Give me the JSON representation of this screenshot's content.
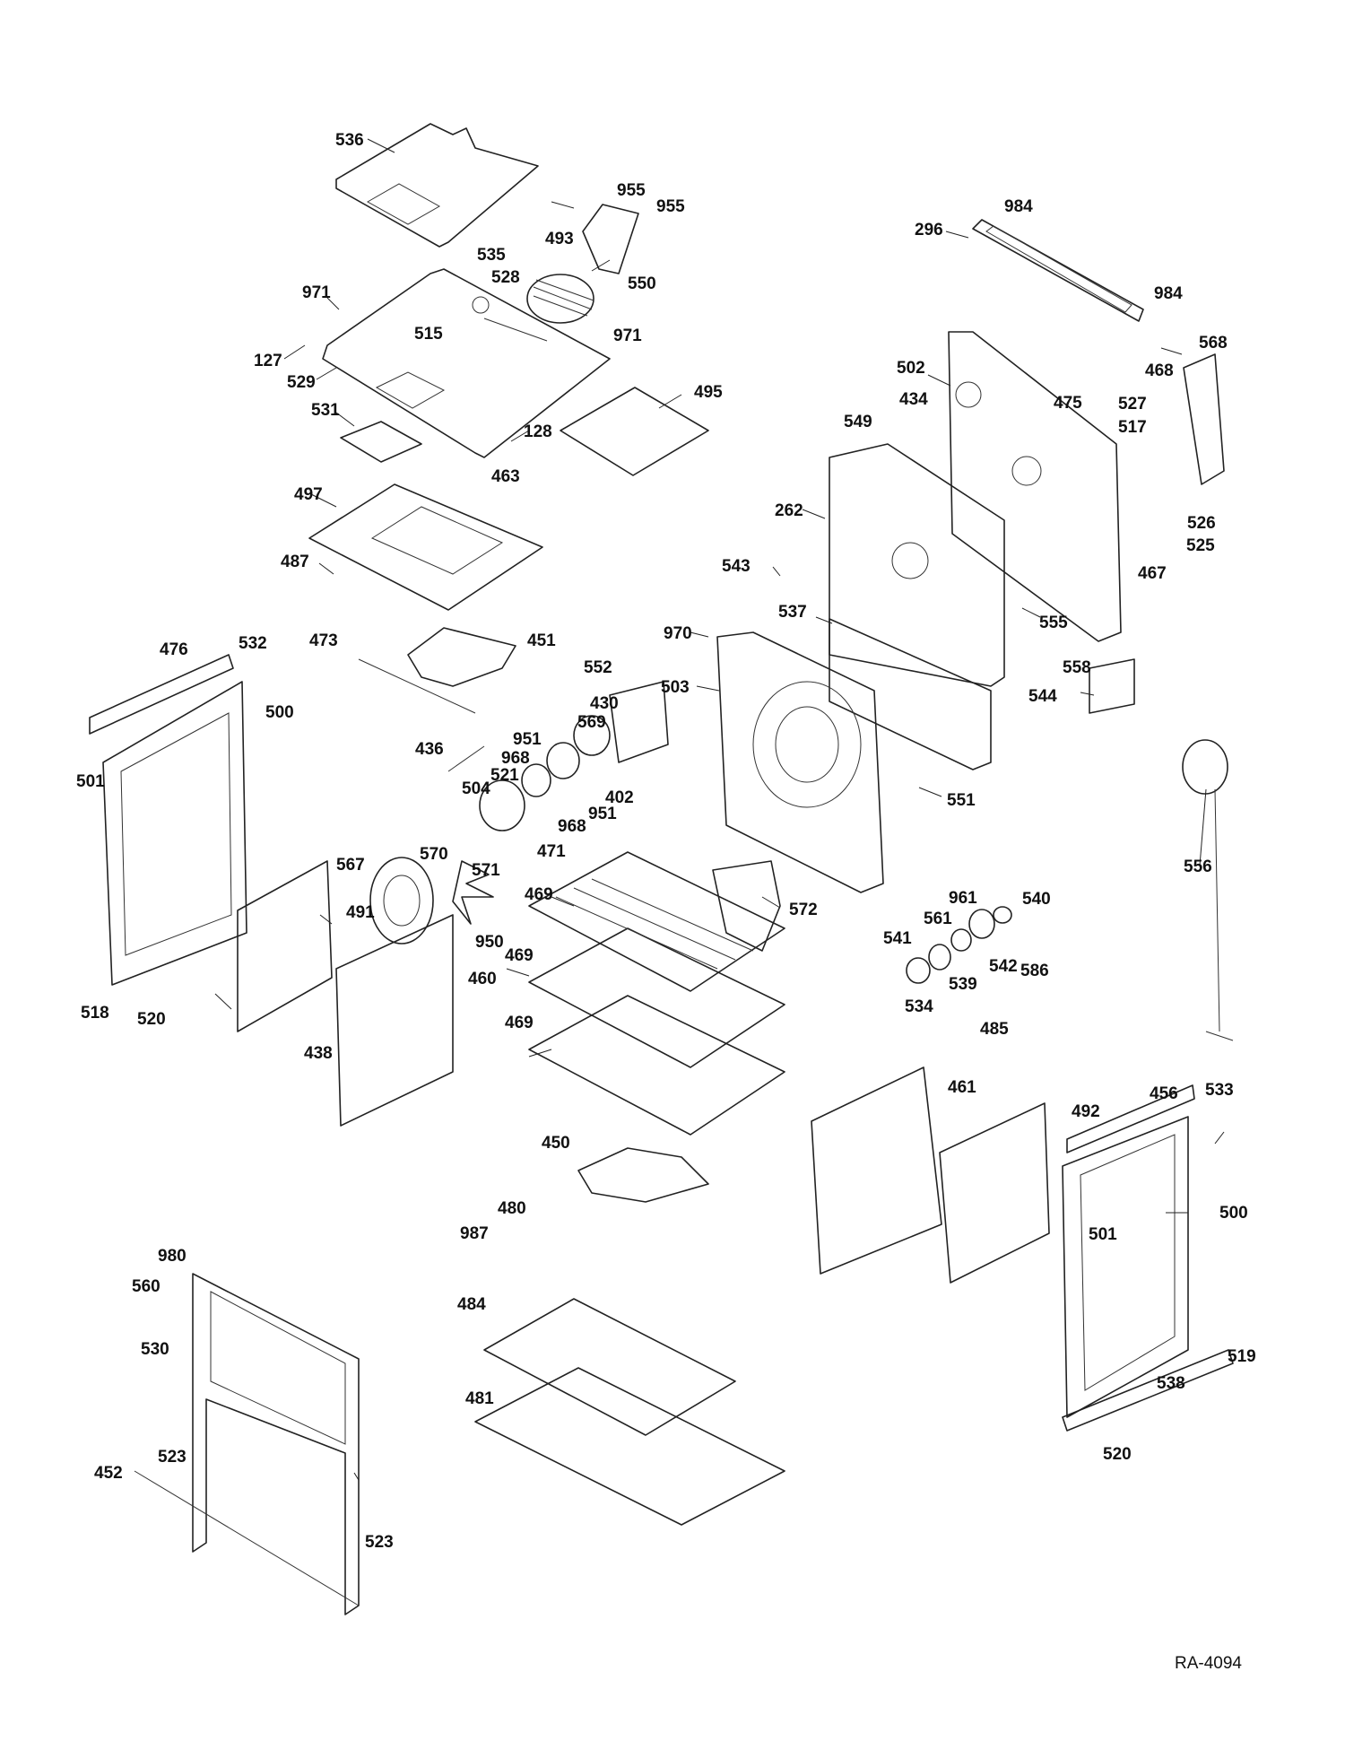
{
  "drawing_ref": "RA-4094",
  "parts": [
    "536",
    "955",
    "955",
    "493",
    "535",
    "528",
    "550",
    "971",
    "127",
    "515",
    "971",
    "529",
    "531",
    "128",
    "495",
    "463",
    "497",
    "487",
    "984",
    "296",
    "984",
    "502",
    "568",
    "468",
    "434",
    "475",
    "527",
    "549",
    "517",
    "262",
    "526",
    "525",
    "543",
    "467",
    "537",
    "970",
    "555",
    "476",
    "532",
    "473",
    "451",
    "552",
    "558",
    "500",
    "430",
    "503",
    "544",
    "569",
    "436",
    "951",
    "968",
    "521",
    "504",
    "402",
    "951",
    "968",
    "551",
    "501",
    "567",
    "570",
    "471",
    "571",
    "556",
    "469",
    "572",
    "961",
    "540",
    "491",
    "561",
    "950",
    "469",
    "460",
    "542",
    "541",
    "539",
    "586",
    "518",
    "520",
    "534",
    "469",
    "438",
    "485",
    "461",
    "456",
    "533",
    "492",
    "450",
    "480",
    "500",
    "987",
    "501",
    "980",
    "560",
    "484",
    "530",
    "519",
    "481",
    "538",
    "523",
    "452",
    "520",
    "523"
  ]
}
